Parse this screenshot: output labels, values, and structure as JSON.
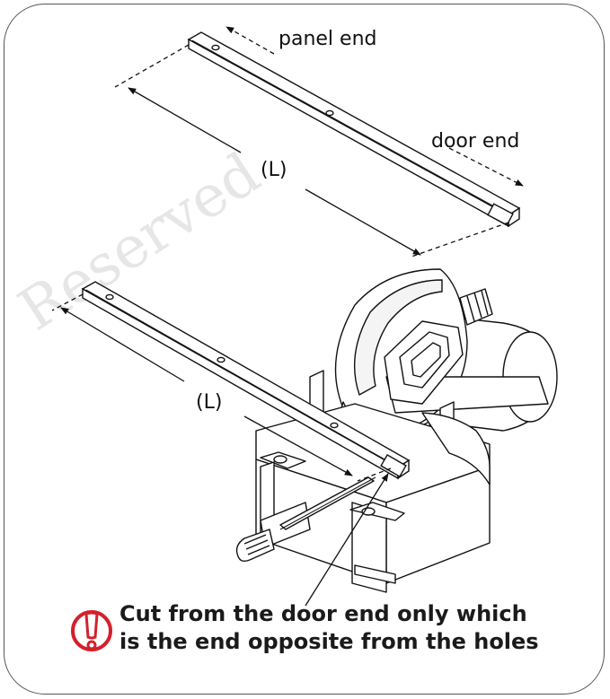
{
  "labels": {
    "panel_end": "panel end",
    "door_end": "door end",
    "length_top": "(L)",
    "length_bottom": "(L)"
  },
  "warning": {
    "icon": "exclamation-circle-icon",
    "icon_color": "#d4202a",
    "line1": "Cut from the door end only which",
    "line2": "is the end opposite from the holes"
  },
  "watermark": "Reserved"
}
